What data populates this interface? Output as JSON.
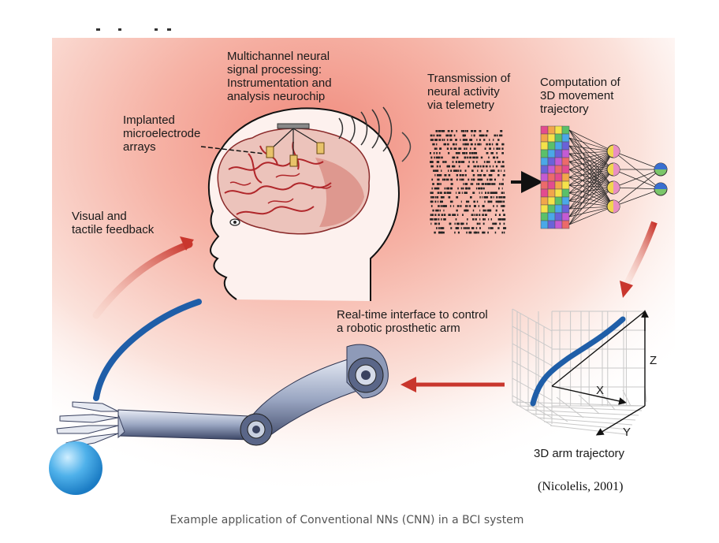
{
  "diagram": {
    "labels": {
      "neurochip": [
        "Multichannel neural",
        "signal processing:",
        "Instrumentation and",
        "analysis neurochip"
      ],
      "microelectrode": [
        "Implanted",
        "microelectrode",
        "arrays"
      ],
      "feedback": [
        "Visual and",
        "tactile feedback"
      ],
      "telemetry": [
        "Transmission of",
        "neural activity",
        "via telemetry"
      ],
      "computation": [
        "Computation of",
        "3D movement",
        "trajectory"
      ],
      "interface": [
        "Real-time interface to control",
        "a robotic prosthetic arm"
      ],
      "trajectory_caption": "3D arm trajectory",
      "axis_x": "X",
      "axis_y": "Y",
      "axis_z": "Z"
    },
    "citation": "(Nicolelis, 2001)",
    "colors": {
      "glow": "#f4a79a",
      "arrow": "#c9362d",
      "blue_path": "#1f5ea8",
      "brain": "#e9b8b0",
      "vessel": "#b0262a"
    }
  },
  "caption": "Example application of Conventional NNs (CNN) in a BCI system"
}
